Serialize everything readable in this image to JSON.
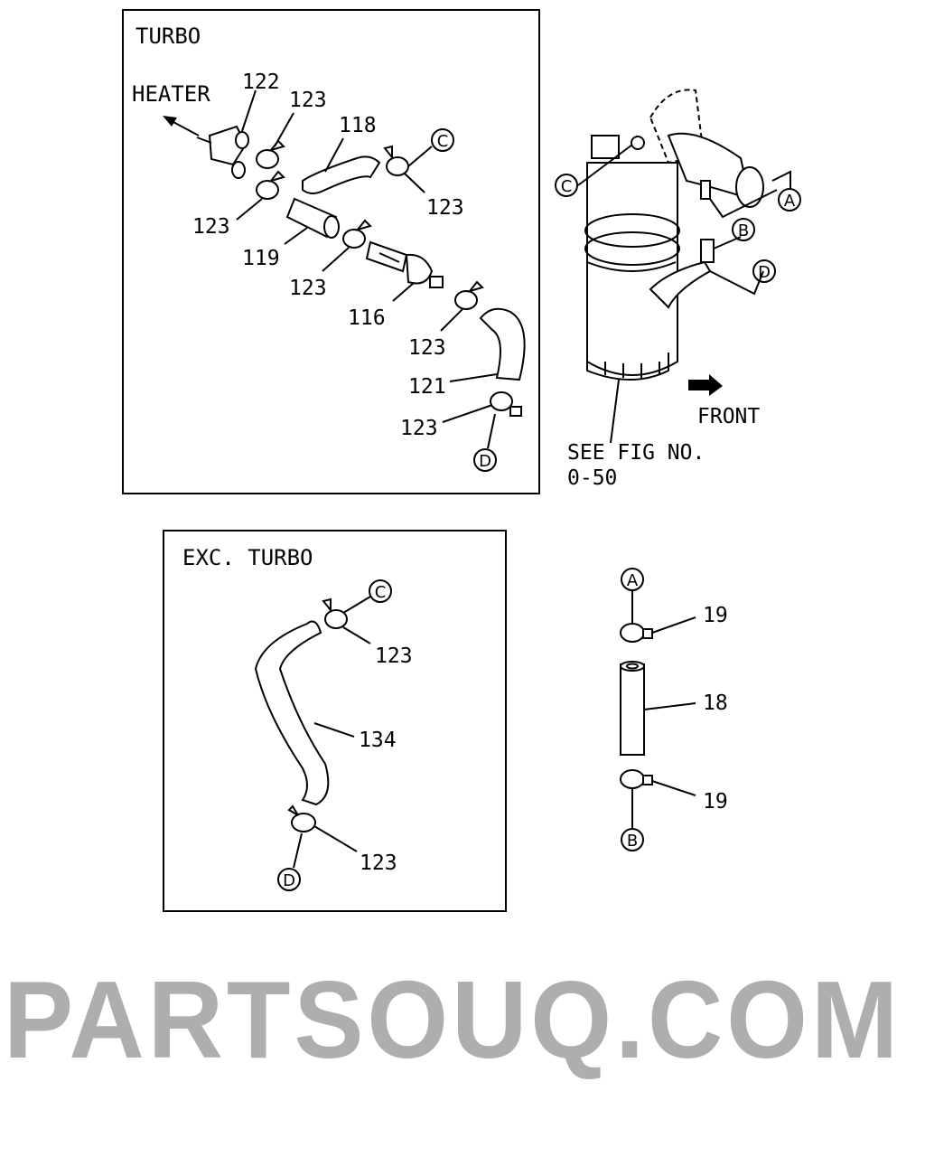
{
  "watermark": "PARTSOUQ.COM",
  "turbo_box": {
    "title": "TURBO",
    "heater_label": "HEATER",
    "labels": [
      "122",
      "123",
      "118",
      "123",
      "123",
      "119",
      "123",
      "116",
      "123",
      "121",
      "123"
    ],
    "callouts": [
      "C",
      "D"
    ]
  },
  "engine_view": {
    "callouts": [
      "C",
      "A",
      "B",
      "D"
    ],
    "front_label": "FRONT",
    "see_fig": "SEE FIG NO.",
    "fig_no": "0-50"
  },
  "exc_turbo_box": {
    "title": "EXC. TURBO",
    "labels": [
      "123",
      "134",
      "123"
    ],
    "callouts": [
      "C",
      "D"
    ]
  },
  "hose_assembly": {
    "labels": [
      "19",
      "18",
      "19"
    ],
    "callouts": [
      "A",
      "B"
    ]
  }
}
